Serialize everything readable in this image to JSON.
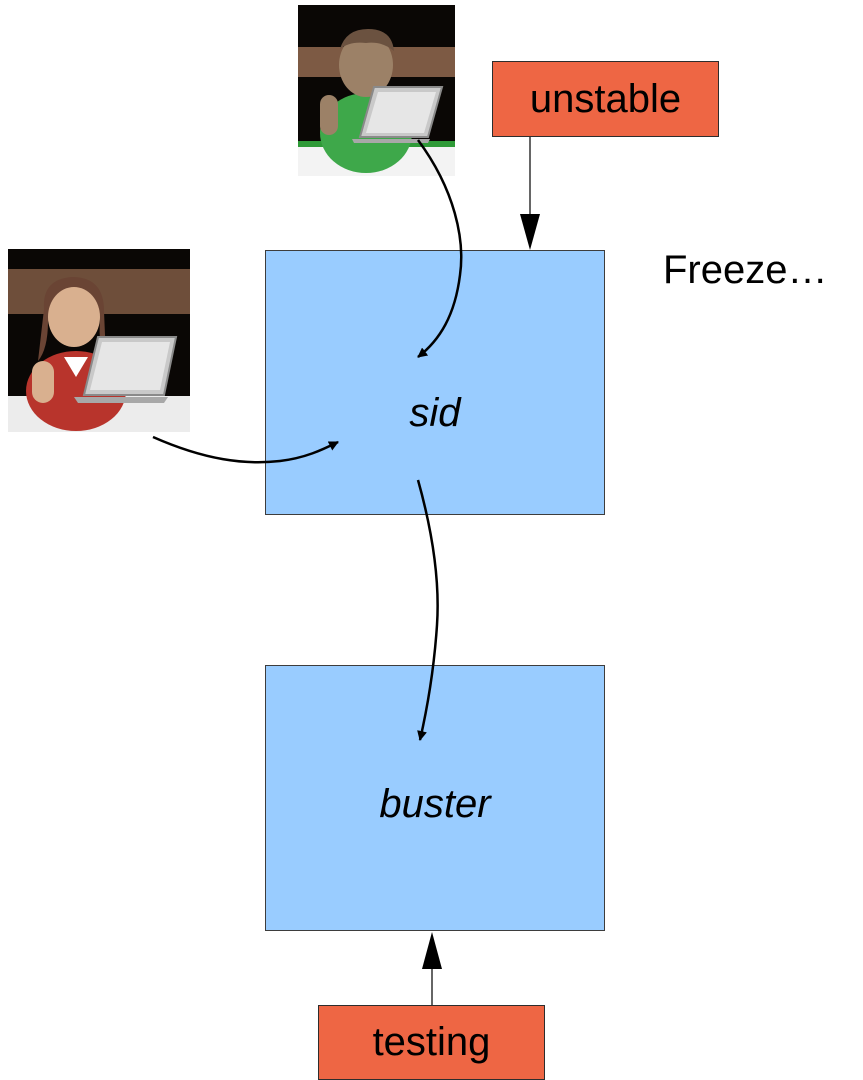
{
  "nodes": {
    "sid": "sid",
    "buster": "buster"
  },
  "tags": {
    "unstable": "unstable",
    "testing": "testing"
  },
  "note": "Freeze…",
  "colors": {
    "node_fill": "#99ccff",
    "tag_fill": "#ee6644",
    "text": "#000000"
  },
  "icons": {
    "developer_1": "developer-with-laptop-icon",
    "developer_2": "developer-with-laptop-icon"
  }
}
